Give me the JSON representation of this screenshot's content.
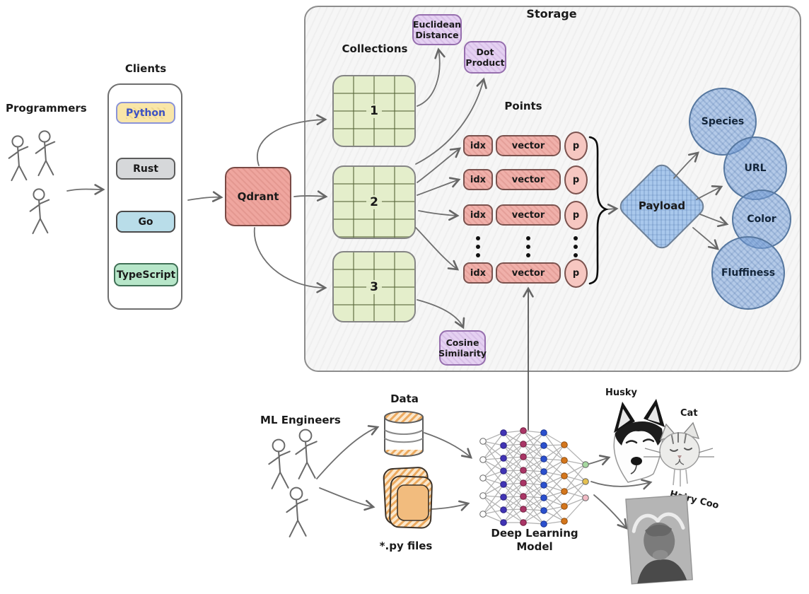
{
  "diagram": {
    "programmers": {
      "label": "Programmers"
    },
    "clients": {
      "title": "Clients",
      "items": [
        {
          "label": "Python"
        },
        {
          "label": "Rust"
        },
        {
          "label": "Go"
        },
        {
          "label": "TypeScript"
        }
      ]
    },
    "qdrant": {
      "label": "Qdrant"
    },
    "storage": {
      "title": "Storage",
      "collections_label": "Collections",
      "collections": [
        {
          "number": "1"
        },
        {
          "number": "2"
        },
        {
          "number": "3"
        }
      ],
      "metrics": [
        {
          "line1": "Euclidean",
          "line2": "Distance"
        },
        {
          "line1": "Dot",
          "line2": "Product"
        },
        {
          "line1": "Cosine",
          "line2": "Similarity"
        }
      ],
      "points": {
        "label": "Points",
        "idx": "idx",
        "vector": "vector",
        "p": "p"
      },
      "payload": {
        "label": "Payload",
        "attributes": [
          "Species",
          "URL",
          "Color",
          "Fluffiness"
        ]
      }
    },
    "ml": {
      "engineers_label": "ML Engineers",
      "data_label": "Data",
      "py_files_label": "*.py files",
      "model_line1": "Deep Learning",
      "model_line2": "Model"
    },
    "animals": [
      {
        "label": "Husky"
      },
      {
        "label": "Cat"
      },
      {
        "label": "Hairy Coo"
      }
    ],
    "colors": {
      "qdrant_red": "#efa69f",
      "collection_green": "#e4eecb",
      "metric_purple": "#e5d1f2",
      "point_pink": "#f0b0aa",
      "payload_blue": "#a9c8ec",
      "python_yellow": "#f9e6a8",
      "rust_gray": "#d6d8da",
      "go_blue": "#b9dde9",
      "typescript_green": "#b7e6c9",
      "file_orange": "#f5c98a",
      "storage_gray": "#f6f6f6"
    }
  }
}
